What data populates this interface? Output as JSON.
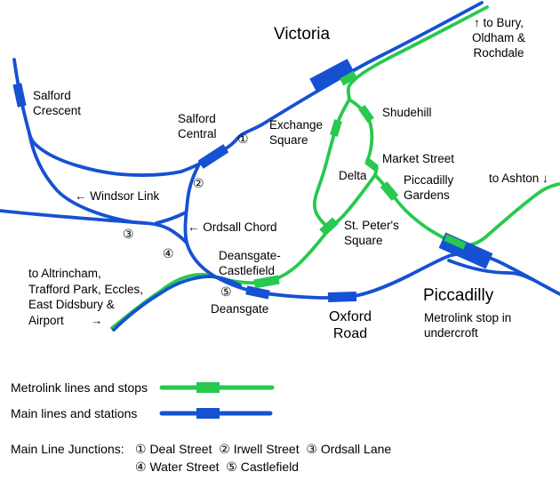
{
  "map": {
    "labels": {
      "victoria": "Victoria",
      "to_bury": "↑ to Bury,\nOldham &\nRochdale",
      "salford_crescent": "Salford\nCrescent",
      "salford_central": "Salford\nCentral",
      "exchange_square": "Exchange\nSquare",
      "shudehill": "Shudehill",
      "market_street": "Market Street",
      "delta": "Delta",
      "piccadilly_gardens": "Piccadilly\nGardens",
      "to_ashton": "to Ashton ↓",
      "windsor_link": "← Windsor Link",
      "ordsall_chord": "← Ordsall Chord",
      "st_peters_square": "St. Peter's\nSquare",
      "deansgate_castlefield": "Deansgate-\nCastlefield",
      "deansgate": "Deansgate",
      "to_altrincham": "to Altrincham,\nTrafford Park, Eccles,\nEast Didsbury &\nAirport        →",
      "oxford_road": "Oxford\nRoad",
      "piccadilly": "Piccadilly",
      "undercroft_note": "Metrolink stop in\nundercroft"
    },
    "junction_markers": {
      "j1": "①",
      "j2": "②",
      "j3": "③",
      "j4": "④",
      "j5": "⑤"
    }
  },
  "legend": {
    "metrolink_label": "Metrolink lines and stops",
    "mainline_label": "Main lines and stations",
    "junctions_title": "Main Line Junctions:",
    "junctions_row1": "① Deal Street  ② Irwell Street  ③ Ordsall Lane",
    "junctions_row2": "④ Water Street  ⑤ Castlefield"
  },
  "colors": {
    "metrolink_green": "#27c94e",
    "mainline_blue": "#1551d2",
    "text_black": "#000000"
  }
}
